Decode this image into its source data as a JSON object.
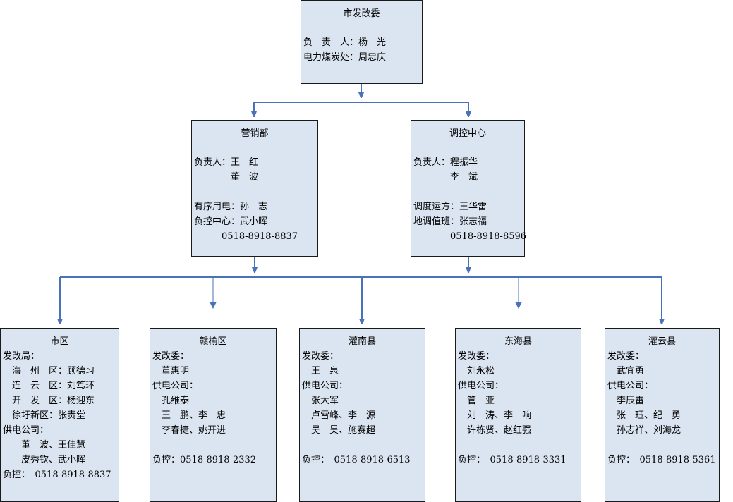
{
  "root": {
    "title": "市发改委",
    "lines": [
      "负　责　人：杨　光",
      "电力煤炭处：周忠庆"
    ]
  },
  "left": {
    "title": "营销部",
    "lines": [
      "负责人：王　红",
      "　　　　董　波",
      "",
      "有序用电：孙　志",
      "负控中心：武小晖",
      "　　　0518-8918-8837"
    ]
  },
  "right": {
    "title": "调控中心",
    "lines": [
      "负责人：程振华",
      "　　　　李　斌",
      "",
      "调度运方：王华雷",
      "地调值班：张志福",
      "　　　　0518-8918-8596"
    ]
  },
  "districts": [
    {
      "title": "市区",
      "lines": [
        "发改局：",
        "　海　州　区：顾德习",
        "　连　云　区：刘笃环",
        "　开　发　区：杨迎东",
        "　徐圩新区：张贵堂",
        "供电公司：",
        "　　董　波、王佳慧",
        "　　皮秀钦、武小晖",
        "负控：　0518-8918-8837"
      ]
    },
    {
      "title": "赣榆区",
      "lines": [
        "发改委：",
        "　董惠明",
        "供电公司：",
        "　孔维泰",
        "　王　鹏、李　忠",
        "　李春捷、姚开进",
        "",
        "负控：0518-8918-2332"
      ]
    },
    {
      "title": "灌南县",
      "lines": [
        "发改委：",
        "　王　泉",
        "供电公司：",
        "　张大军",
        "　卢雪峰、李　源",
        "　吴　昊、施赛超",
        "",
        "负控：　0518-8918-6513"
      ]
    },
    {
      "title": "东海县",
      "lines": [
        "发改委：",
        "　刘永松",
        "供电公司：",
        "　管　亚",
        "　刘　涛、李　响",
        "　许栋贤、赵红强",
        "",
        "负控：　0518-8918-3331"
      ]
    },
    {
      "title": "灌云县",
      "lines": [
        "发改委：",
        "　武宜勇",
        "供电公司：",
        "　李辰雷",
        "　张　珏、纪　勇",
        "　孙志祥、刘海龙",
        "",
        "负控：　0518-8918-5361"
      ]
    }
  ],
  "colors": {
    "box_fill": "#dbe5f1",
    "connector": "#4a72b8",
    "border": "#1a1a1a"
  }
}
